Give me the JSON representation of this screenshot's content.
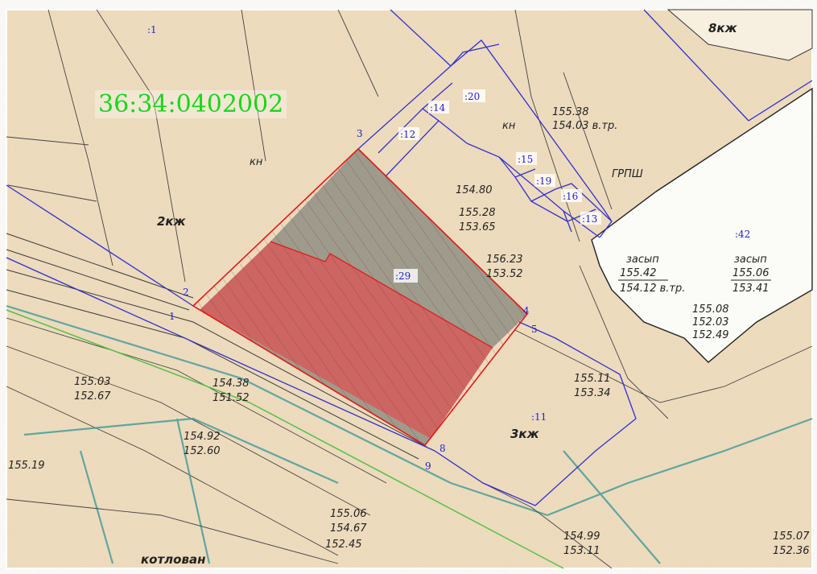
{
  "cadastral_quarter": "36:34:0402002",
  "parcel_labels": [
    ":1",
    ":11",
    ":12",
    ":13",
    ":14",
    ":15",
    ":16",
    ":19",
    ":20",
    ":29",
    ":42"
  ],
  "vertex_labels": [
    "1",
    "2",
    "3",
    "4",
    "5",
    "8",
    "9"
  ],
  "annotations": {
    "zasyp_left": "засып",
    "zasyp_left_top": "155.42",
    "zasyp_left_bottom": "154.12 в.тр.",
    "zasyp_right": "засып",
    "zasyp_right_top": "155.06",
    "zasyp_right_bottom": "153.41",
    "grsh": "ГРПШ",
    "kotlovan": "котлован",
    "elev_a": "155.28",
    "elev_b": "153.65",
    "elev_c": "156.23",
    "elev_d": "153.52",
    "elev_e": "155.08",
    "elev_f": "152.03",
    "elev_g": "152.49",
    "elev_h": "155.38",
    "elev_i": "154.03 в.тр.",
    "elev_j": "154.80",
    "elev_k": "155.11",
    "elev_l": "153.34",
    "elev_m": "155.03",
    "elev_n": "152.67",
    "elev_o": "154.38",
    "elev_p": "151.52",
    "elev_q": "154.92",
    "elev_r": "152.60",
    "elev_s": "155.06",
    "elev_t": "154.67",
    "elev_u": "152.45",
    "elev_v": "154.99",
    "elev_w": "153.11",
    "elev_x": "155.07",
    "elev_y": "152.36",
    "elev_z": "155.19",
    "kzh_2": "2кж",
    "kzh_3": "3кж",
    "kzh_8": "8кж",
    "kn_1": "кн",
    "kn_2": "кн"
  },
  "colors": {
    "paper": "#f1dfc1",
    "parcel_red": "#c95959",
    "parcel_grey": "#8f8f84",
    "boundary_red": "#e01818",
    "boundary_blue": "#3030d0",
    "cadastral_green": "#18d818"
  }
}
